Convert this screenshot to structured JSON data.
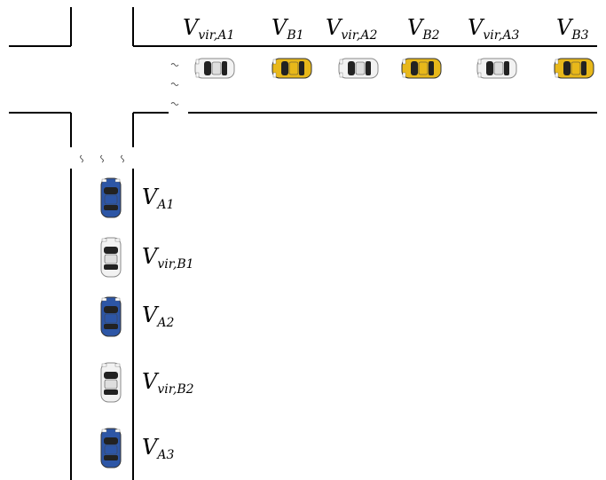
{
  "horizontal_lane": {
    "labels": [
      {
        "main": "V",
        "sub": "vir,A1"
      },
      {
        "main": "V",
        "sub": "B1"
      },
      {
        "main": "V",
        "sub": "vir,A2"
      },
      {
        "main": "V",
        "sub": "B2"
      },
      {
        "main": "V",
        "sub": "vir,A3"
      },
      {
        "main": "V",
        "sub": "B3"
      }
    ],
    "vehicles": [
      "virtual",
      "real-B",
      "virtual",
      "real-B",
      "virtual",
      "real-B"
    ]
  },
  "vertical_lane": {
    "labels": [
      {
        "main": "V",
        "sub": "A1"
      },
      {
        "main": "V",
        "sub": "vir,B1"
      },
      {
        "main": "V",
        "sub": "A2"
      },
      {
        "main": "V",
        "sub": "vir,B2"
      },
      {
        "main": "V",
        "sub": "A3"
      }
    ],
    "vehicles": [
      "real-A",
      "virtual",
      "real-A",
      "virtual",
      "real-A"
    ]
  },
  "colors": {
    "road_line": "#000000",
    "real_A": "#2d56a6",
    "real_B": "#e8b81a",
    "virtual": "#f2f2f2",
    "outline": "#7a7a7a",
    "wave": "#555555"
  }
}
